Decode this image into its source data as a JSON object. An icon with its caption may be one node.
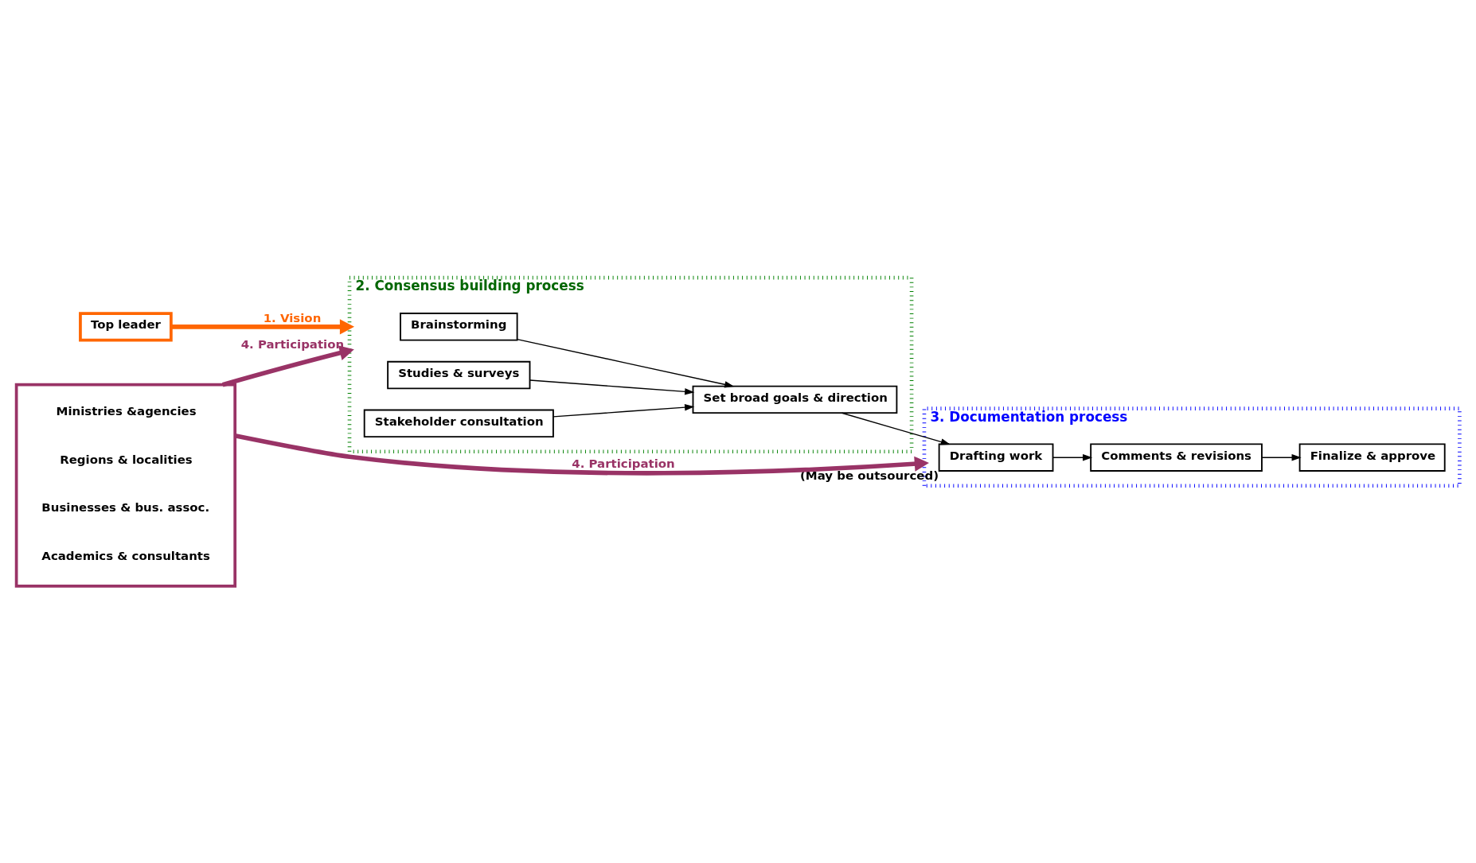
{
  "diagram": {
    "nodes": [
      {
        "text": [
          "Top leader"
        ]
      },
      {
        "text": [
          "2. Consensus building process"
        ]
      },
      {
        "text": [
          "Brainstorming"
        ],
        "in": 1
      },
      {
        "text": [
          "Studies & surveys"
        ],
        "in": 1
      },
      {
        "text": [
          "Stakeholder consultation"
        ],
        "in": 1
      },
      {
        "text": [
          "Set broad goals & direction"
        ],
        "in": 1
      },
      {
        "text": [
          "3. Documentation process"
        ]
      },
      {
        "text": [
          "Drafting work"
        ],
        "in": 6,
        "beside": [
          "(May be outsourced)"
        ]
      },
      {
        "text": [
          "Comments & revisions"
        ],
        "in": 6
      },
      {
        "text": [
          "Finalize & approve"
        ],
        "in": 6
      },
      {
        "text": [],
        "shape": "box"
      },
      {
        "text": [
          "Ministries &agencies"
        ],
        "in": 10
      },
      {
        "text": [
          "Regions & localities"
        ],
        "in": 10
      },
      {
        "text": [
          "Businesses & bus. assoc."
        ],
        "in": 10
      },
      {
        "text": [
          "Academics & consultants"
        ],
        "in": 10
      }
    ],
    "edges": [
      {
        "from": 0,
        "to": 1,
        "arrow": "to",
        "label": "1. Vision",
        "style": "thick",
        "color": "#ff6600"
      },
      {
        "from": 2,
        "to": 5,
        "arrow": "to"
      },
      {
        "from": 3,
        "to": 5,
        "arrow": "to"
      },
      {
        "from": 4,
        "to": 5,
        "arrow": "to"
      },
      {
        "from": 5,
        "to": 7,
        "arrow": "to"
      },
      {
        "from": 7,
        "to": 8,
        "arrow": "to"
      },
      {
        "from": 8,
        "to": 9,
        "arrow": "to"
      },
      {
        "from": 10,
        "to": 1,
        "arrow": "to",
        "label": "4. Participation",
        "style": "thick",
        "color": "#993366"
      },
      {
        "from": 10,
        "to": 6,
        "arrow": "to",
        "label": "4. Participation",
        "style": "thick",
        "color": "#993366"
      }
    ]
  }
}
